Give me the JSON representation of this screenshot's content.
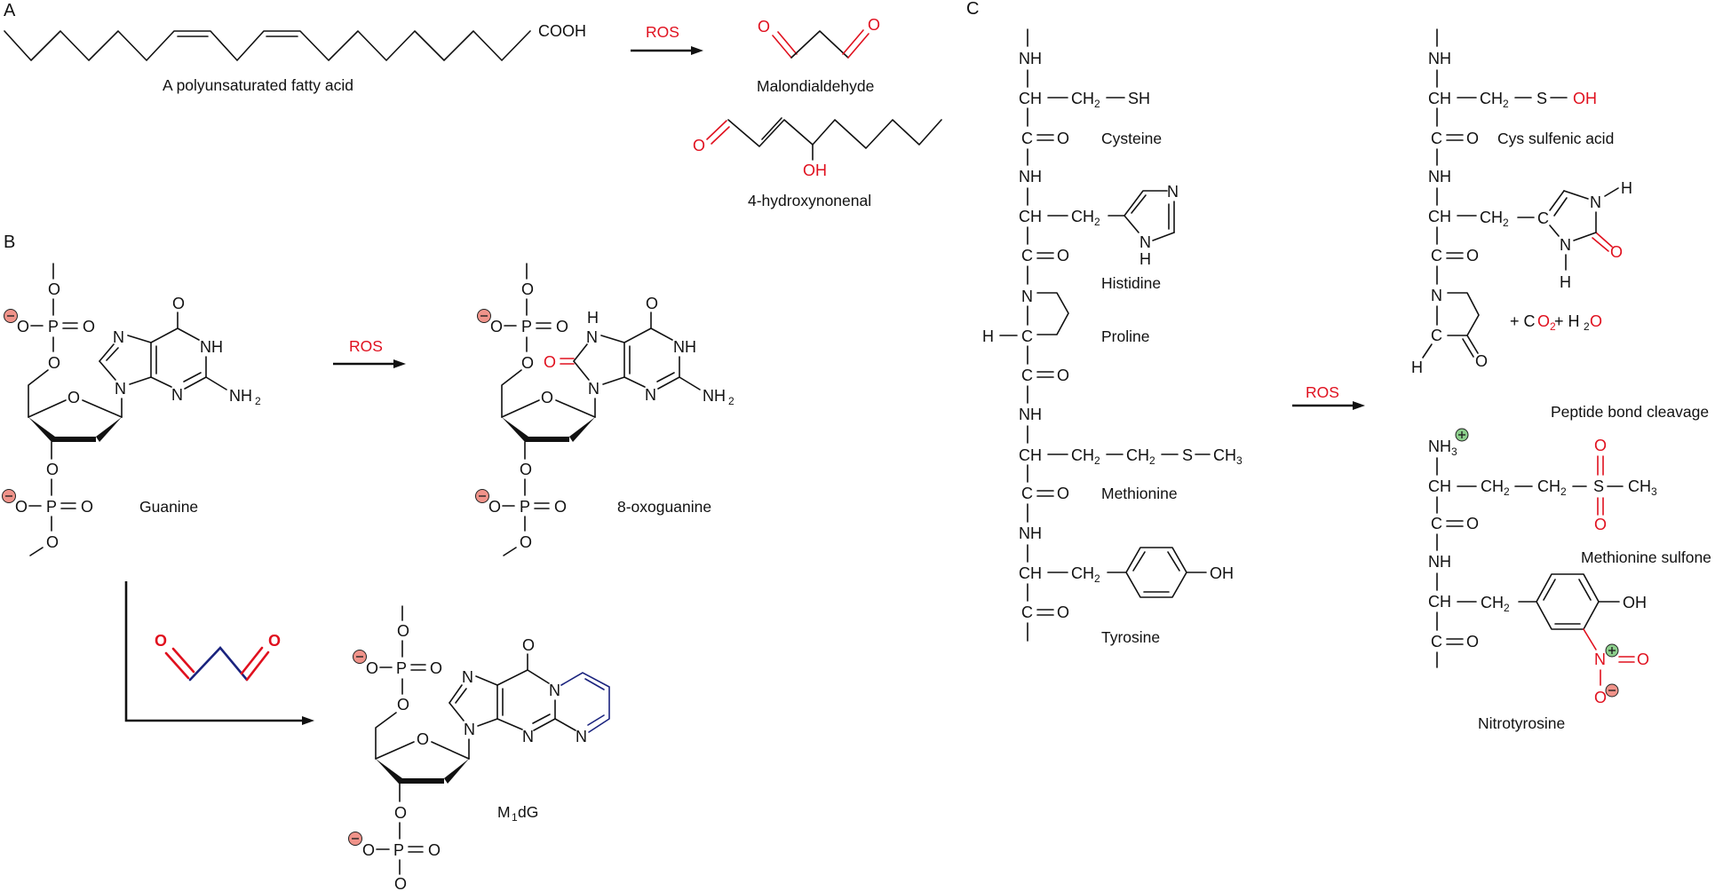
{
  "figure": {
    "panels": {
      "A": {
        "label": "A",
        "fatty_acid": {
          "name": "A polyunsaturated fatty acid",
          "group": "COOH"
        },
        "arrow_label": "ROS",
        "products": {
          "mda": {
            "name": "Malondialdehyde",
            "atom_O": "O"
          },
          "hne": {
            "name": "4-hydroxynonenal",
            "atom_O": "O",
            "hydroxyl": "OH"
          }
        }
      },
      "B": {
        "label": "B",
        "arrow_label": "ROS",
        "atoms": {
          "O": "O",
          "P": "P",
          "N": "N",
          "NH": "NH",
          "NH2": "NH",
          "sub2": "2",
          "H": "H"
        },
        "guanine": {
          "name": "Guanine"
        },
        "oxoguanine": {
          "name": "8-oxoguanine"
        },
        "m1dg": {
          "name_main": "M",
          "name_sub": "1",
          "name_rest": "dG"
        }
      },
      "C": {
        "label": "C",
        "arrow_label": "ROS",
        "atoms": {
          "NH": "NH",
          "CH": "CH",
          "CH2": "CH",
          "sub2": "2",
          "sub3": "3",
          "SH": "SH",
          "S": "S",
          "OH": "OH",
          "C": "C",
          "O": "O",
          "N": "N",
          "H": "H",
          "CH3": "CH",
          "NH3": "NH"
        },
        "reactants": {
          "cysteine": "Cysteine",
          "histidine": "Histidine",
          "proline": "Proline",
          "methionine": "Methionine",
          "tyrosine": "Tyrosine"
        },
        "products": {
          "cys_sulfenic": "Cys sulfenic acid",
          "byproducts": {
            "plus1": "+ C",
            "O2": "O",
            "sub2": "2",
            "plus2": " + H",
            "sub2b": "2",
            "O": "O"
          },
          "peptide_cleavage": "Peptide bond cleavage",
          "methionine_sulfone": "Methionine sulfone",
          "nitrotyrosine": "Nitrotyrosine"
        }
      }
    },
    "colors": {
      "highlight_red": "#e0101e",
      "mda_carbon_blue": "#1a237e",
      "negative_charge": "#f0938a",
      "positive_charge": "#8ccf8c"
    }
  }
}
